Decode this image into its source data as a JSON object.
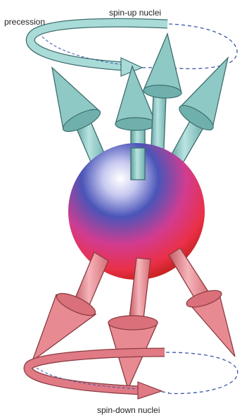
{
  "labels": {
    "precession": "precession",
    "spin_up": "spin-up nuclei",
    "spin_down": "spin-down nuclei"
  },
  "colors": {
    "spin_up_arrow": "#8fc9c6",
    "spin_up_outline": "#3d6e6c",
    "spin_down_arrow": "#e88a92",
    "spin_down_outline": "#8a3a40",
    "sphere_top": "#4a55b8",
    "sphere_mid": "#e23c8c",
    "sphere_bottom": "#e8302a",
    "orbit_dash": "#3a55a8"
  }
}
